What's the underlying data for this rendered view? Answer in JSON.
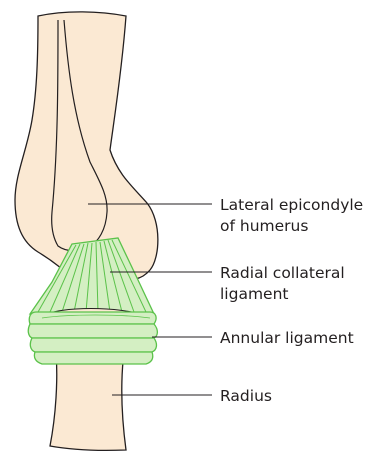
{
  "labels": {
    "lateral_epicondyle": [
      "Lateral epicondyle",
      "of humerus"
    ],
    "radial_collateral": [
      "Radial collateral",
      "ligament"
    ],
    "annular": [
      "Annular ligament"
    ],
    "radius": [
      "Radius"
    ]
  },
  "colors": {
    "bone_fill": "#fbe9d3",
    "bone_outline": "#231f20",
    "ligament_fill": "#d4efc3",
    "ligament_stroke": "#5bc24a",
    "leader_line": "#231f20"
  }
}
